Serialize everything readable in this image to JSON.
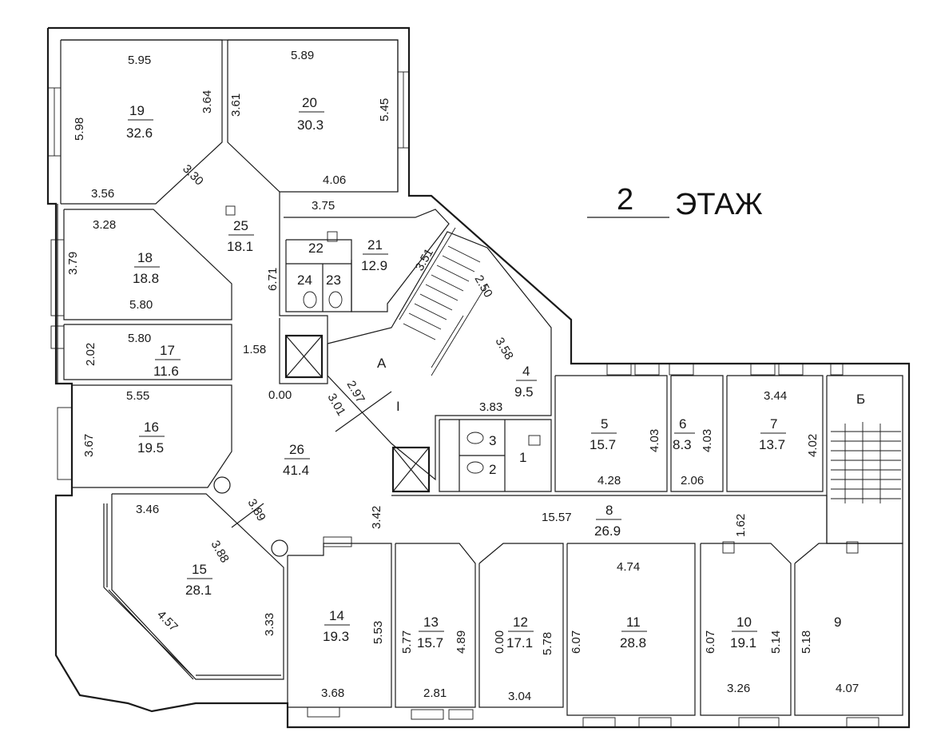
{
  "title": {
    "number": "2",
    "text": "ЭТАЖ"
  },
  "rooms": [
    {
      "id": "room-19",
      "no": "19",
      "area": "32.6"
    },
    {
      "id": "room-20",
      "no": "20",
      "area": "30.3"
    },
    {
      "id": "room-18",
      "no": "18",
      "area": "18.8"
    },
    {
      "id": "room-17",
      "no": "17",
      "area": "11.6"
    },
    {
      "id": "room-16",
      "no": "16",
      "area": "19.5"
    },
    {
      "id": "room-15",
      "no": "15",
      "area": "28.1"
    },
    {
      "id": "room-25",
      "no": "25",
      "area": "18.1"
    },
    {
      "id": "room-26",
      "no": "26",
      "area": "41.4"
    },
    {
      "id": "room-21",
      "no": "21",
      "area": "12.9"
    },
    {
      "id": "room-4",
      "no": "4",
      "area": "9.5"
    },
    {
      "id": "room-5",
      "no": "5",
      "area": "15.7"
    },
    {
      "id": "room-6",
      "no": "6",
      "area": "8.3"
    },
    {
      "id": "room-7",
      "no": "7",
      "area": "13.7"
    },
    {
      "id": "room-8",
      "no": "8",
      "area": "26.9"
    },
    {
      "id": "room-14",
      "no": "14",
      "area": "19.3"
    },
    {
      "id": "room-13",
      "no": "13",
      "area": "15.7"
    },
    {
      "id": "room-12",
      "no": "12",
      "area": "17.1"
    },
    {
      "id": "room-11",
      "no": "11",
      "area": "28.8"
    },
    {
      "id": "room-10",
      "no": "10",
      "area": "19.1"
    }
  ],
  "labels": {
    "room_9": "9",
    "room_22": "22",
    "room_24": "24",
    "room_23": "23",
    "room_3": "3",
    "room_2": "2",
    "room_1": "1",
    "stair_a": "А",
    "stair_b": "Б",
    "stair_a_mark": "I"
  },
  "dimensions": {
    "d_5_95": "5.95",
    "d_3_64": "3.64",
    "d_5_98": "5.98",
    "d_3_56": "3.56",
    "d_5_89": "5.89",
    "d_3_61": "3.61",
    "d_5_45": "5.45",
    "d_4_06": "4.06",
    "d_3_30": "3.30",
    "d_3_28": "3.28",
    "d_3_79": "3.79",
    "d_5_80a": "5.80",
    "d_5_80b": "5.80",
    "d_2_02": "2.02",
    "d_1_58": "1.58",
    "d_0_00a": "0.00",
    "d_5_55": "5.55",
    "d_3_67": "3.67",
    "d_3_46": "3.46",
    "d_3_89": "3.89",
    "d_3_88": "3.88",
    "d_4_57": "4.57",
    "d_3_33": "3.33",
    "d_3_75": "3.75",
    "d_6_71": "6.71",
    "d_3_51": "3.51",
    "d_2_50": "2.50",
    "d_3_58": "3.58",
    "d_3_83": "3.83",
    "d_2_97": "2.97",
    "d_3_01": "3.01",
    "d_3_42": "3.42",
    "d_4_03a": "4.03",
    "d_4_28": "4.28",
    "d_4_03b": "4.03",
    "d_2_06": "2.06",
    "d_3_44": "3.44",
    "d_4_02": "4.02",
    "d_15_57": "15.57",
    "d_1_62": "1.62",
    "d_4_74": "4.74",
    "d_5_53": "5.53",
    "d_3_68": "3.68",
    "d_5_77": "5.77",
    "d_4_89": "4.89",
    "d_2_81": "2.81",
    "d_0_00b": "0.00",
    "d_5_78": "5.78",
    "d_3_04": "3.04",
    "d_6_07a": "6.07",
    "d_6_07b": "6.07",
    "d_5_14": "5.14",
    "d_3_26": "3.26",
    "d_5_18": "5.18",
    "d_4_07": "4.07"
  }
}
